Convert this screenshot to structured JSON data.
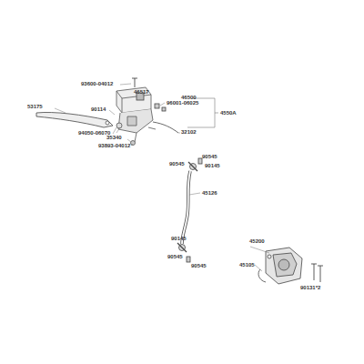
{
  "diagram": {
    "labels": [
      "93600-04012",
      "46517",
      "96001-06025",
      "46500",
      "53175",
      "90114",
      "4550A",
      "94050-06070",
      "35340",
      "93893-04012",
      "32102",
      "90545",
      "90545",
      "90145",
      "45126",
      "90145",
      "90545",
      "90545",
      "45200",
      "45105",
      "90131*2"
    ]
  }
}
